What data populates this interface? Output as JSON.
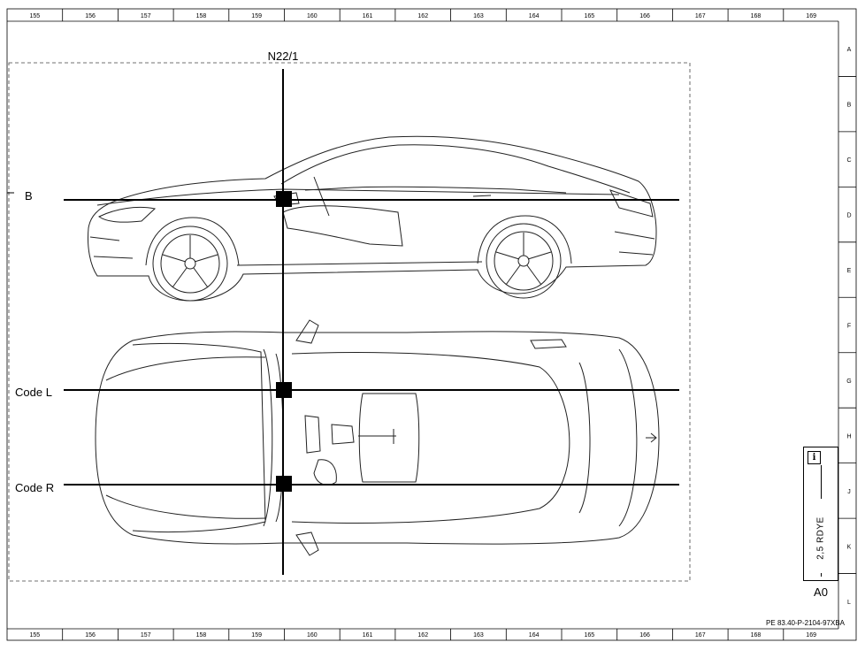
{
  "frame": {
    "columns": [
      "155",
      "156",
      "157",
      "158",
      "159",
      "160",
      "161",
      "162",
      "163",
      "164",
      "165",
      "166",
      "167",
      "168",
      "169"
    ],
    "rows": [
      "A",
      "B",
      "C",
      "D",
      "E",
      "F",
      "G",
      "H",
      "J",
      "K",
      "L"
    ]
  },
  "component": {
    "label": "N22/1"
  },
  "connectors": [
    {
      "label": "B"
    },
    {
      "label": "Code L"
    },
    {
      "label": "Code R"
    }
  ],
  "info_box": {
    "icon": "info-icon",
    "wire_code": "2,5 RDYE"
  },
  "sheet_size": "A0",
  "document_number": "PE 83.40-P-2104-97XBA",
  "colors": {
    "line": "#000000",
    "background": "#ffffff"
  }
}
